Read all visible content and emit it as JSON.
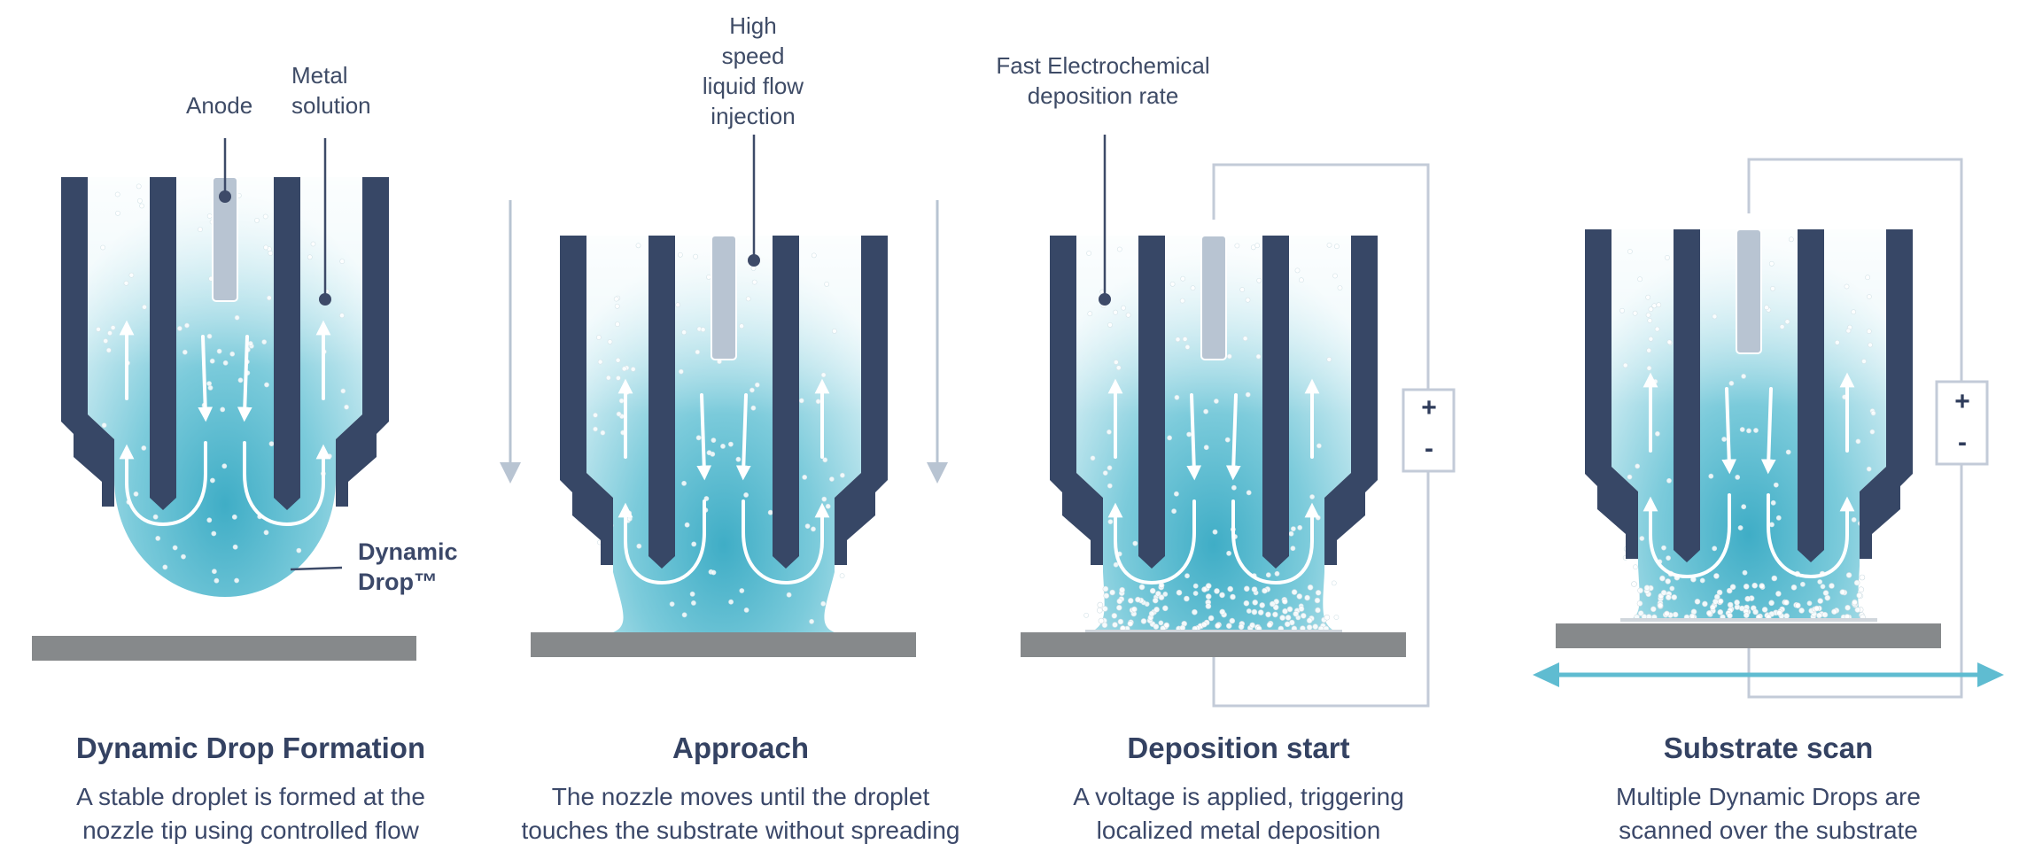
{
  "colors": {
    "nozzle": "#374766",
    "anode": "#b8c4d2",
    "substrate": "#86898b",
    "liquid_light": "#e6f5f8",
    "liquid_dark": "#41afc7",
    "circuit": "#c3cbd8",
    "scan_arrow": "#5fbcd1",
    "approach_arrow": "#b8c4d2",
    "text": "#3b4869"
  },
  "callouts": {
    "anode": "Anode",
    "metal_solution_line1": "Metal",
    "metal_solution_line2": "solution",
    "dynamic_drop_line1": "Dynamic",
    "dynamic_drop_line2": "Drop™",
    "high_speed_line1": "High",
    "high_speed_line2": "speed",
    "high_speed_line3": "liquid flow",
    "high_speed_line4": "injection",
    "fast_rate_line1": "Fast Electrochemical",
    "fast_rate_line2": "deposition rate"
  },
  "power_supply": {
    "plus": "+",
    "minus": "-"
  },
  "steps": [
    {
      "title": "Dynamic Drop  Formation",
      "desc_line1": "A stable droplet is formed at the",
      "desc_line2": "nozzle tip using controlled flow"
    },
    {
      "title": "Approach",
      "desc_line1": "The nozzle moves until the droplet",
      "desc_line2": "touches the substrate without spreading"
    },
    {
      "title": "Deposition start",
      "desc_line1": "A voltage is applied, triggering",
      "desc_line2": "localized metal deposition"
    },
    {
      "title": "Substrate scan",
      "desc_line1": "Multiple Dynamic Drops are",
      "desc_line2": "scanned over the substrate"
    }
  ]
}
